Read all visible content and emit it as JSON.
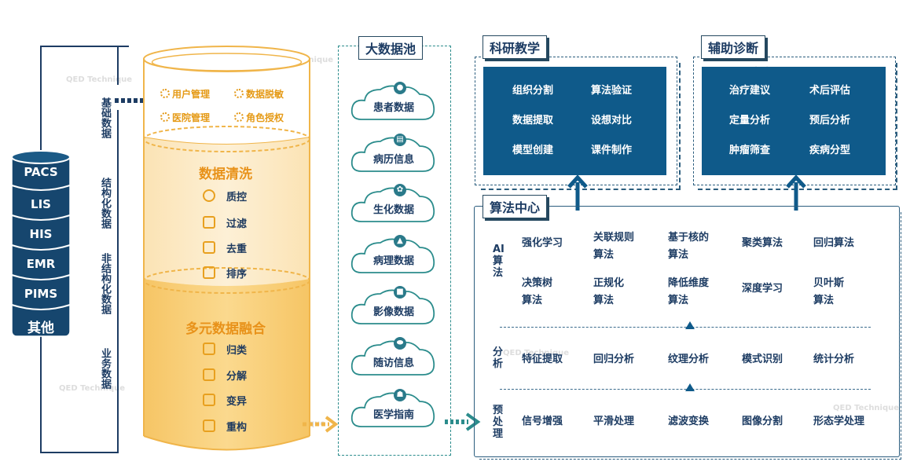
{
  "sources": [
    "PACS",
    "LIS",
    "HIS",
    "EMR",
    "PIMS",
    "其他"
  ],
  "data_types": [
    "基础数据",
    "结构化数据",
    "非结构化数据",
    "业务数据"
  ],
  "top_section": {
    "items": [
      "用户管理",
      "数据脱敏",
      "医院管理",
      "角色授权"
    ]
  },
  "cleaning": {
    "title": "数据清洗",
    "items": [
      "质控",
      "过滤",
      "去重",
      "排序"
    ]
  },
  "fusion": {
    "title": "多元数据融合",
    "items": [
      "归类",
      "分解",
      "变异",
      "重构"
    ]
  },
  "pool": {
    "title": "大数据池",
    "items": [
      "患者数据",
      "病历信息",
      "生化数据",
      "病理数据",
      "影像数据",
      "随访信息",
      "医学指南"
    ]
  },
  "research": {
    "title": "科研教学",
    "items": [
      "组织分割",
      "算法验证",
      "数据提取",
      "设想对比",
      "模型创建",
      "课件制作"
    ]
  },
  "diagnosis": {
    "title": "辅助诊断",
    "items": [
      "治疗建议",
      "术后评估",
      "定量分析",
      "预后分析",
      "肿瘤筛查",
      "疾病分型"
    ]
  },
  "algo_center": {
    "title": "算法中心",
    "ai_label": "AI算法",
    "ai_row1": [
      "强化学习",
      "关联规则算法",
      "基于核的算法",
      "聚类算法",
      "回归算法"
    ],
    "ai_row2": [
      "决策树算法",
      "正规化算法",
      "降低维度算法",
      "深度学习",
      "贝叶斯算法"
    ],
    "analysis_label": "分析",
    "analysis": [
      "特征提取",
      "回归分析",
      "纹理分析",
      "模式识别",
      "统计分析"
    ],
    "pre_label": "预处理",
    "pre": [
      "信号增强",
      "平滑处理",
      "滤波变换",
      "图像分割",
      "形态学处理"
    ]
  },
  "watermark": "QED Technique",
  "colors": {
    "navy": "#0f5a8a",
    "orange": "#e8921a",
    "teal": "#2b8c8c",
    "db": "#16466e"
  }
}
